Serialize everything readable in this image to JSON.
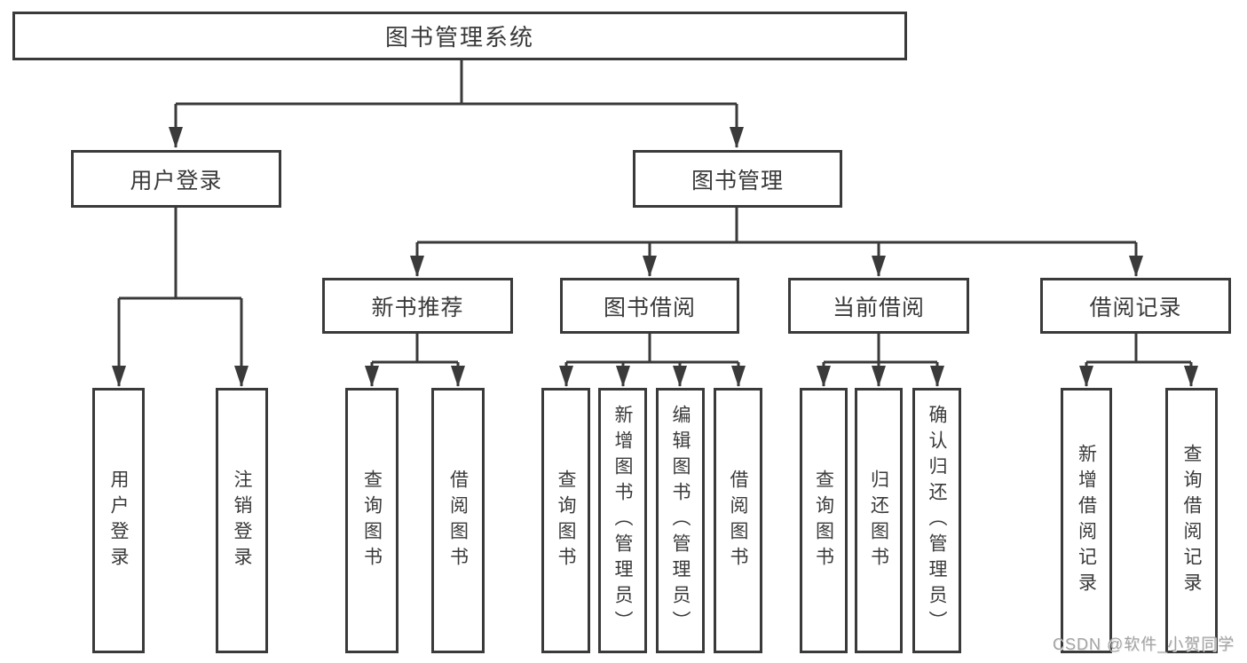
{
  "tree": {
    "root": {
      "label": "图书管理系统"
    },
    "branches": [
      {
        "label": "用户登录",
        "children": [
          {
            "label": "用户登录"
          },
          {
            "label": "注销登录"
          }
        ]
      },
      {
        "label": "图书管理",
        "children": [
          {
            "label": "新书推荐",
            "children": [
              {
                "label": "查询图书"
              },
              {
                "label": "借阅图书"
              }
            ]
          },
          {
            "label": "图书借阅",
            "children": [
              {
                "label": "查询图书"
              },
              {
                "label": "新增图书（管理员）"
              },
              {
                "label": "编辑图书（管理员）"
              },
              {
                "label": "借阅图书"
              }
            ]
          },
          {
            "label": "当前借阅",
            "children": [
              {
                "label": "查询图书"
              },
              {
                "label": "归还图书"
              },
              {
                "label": "确认归还（管理员）"
              }
            ]
          },
          {
            "label": "借阅记录",
            "children": [
              {
                "label": "新增借阅记录"
              },
              {
                "label": "查询借阅记录"
              }
            ]
          }
        ]
      }
    ]
  },
  "watermark": {
    "text": "CSDN @软件_小贺同学"
  },
  "colors": {
    "line": "#3a3a3a",
    "text": "#3a3a3a",
    "box_background": "#ffffff",
    "page_background": "#ffffff",
    "watermark": "#a3a3a3"
  }
}
